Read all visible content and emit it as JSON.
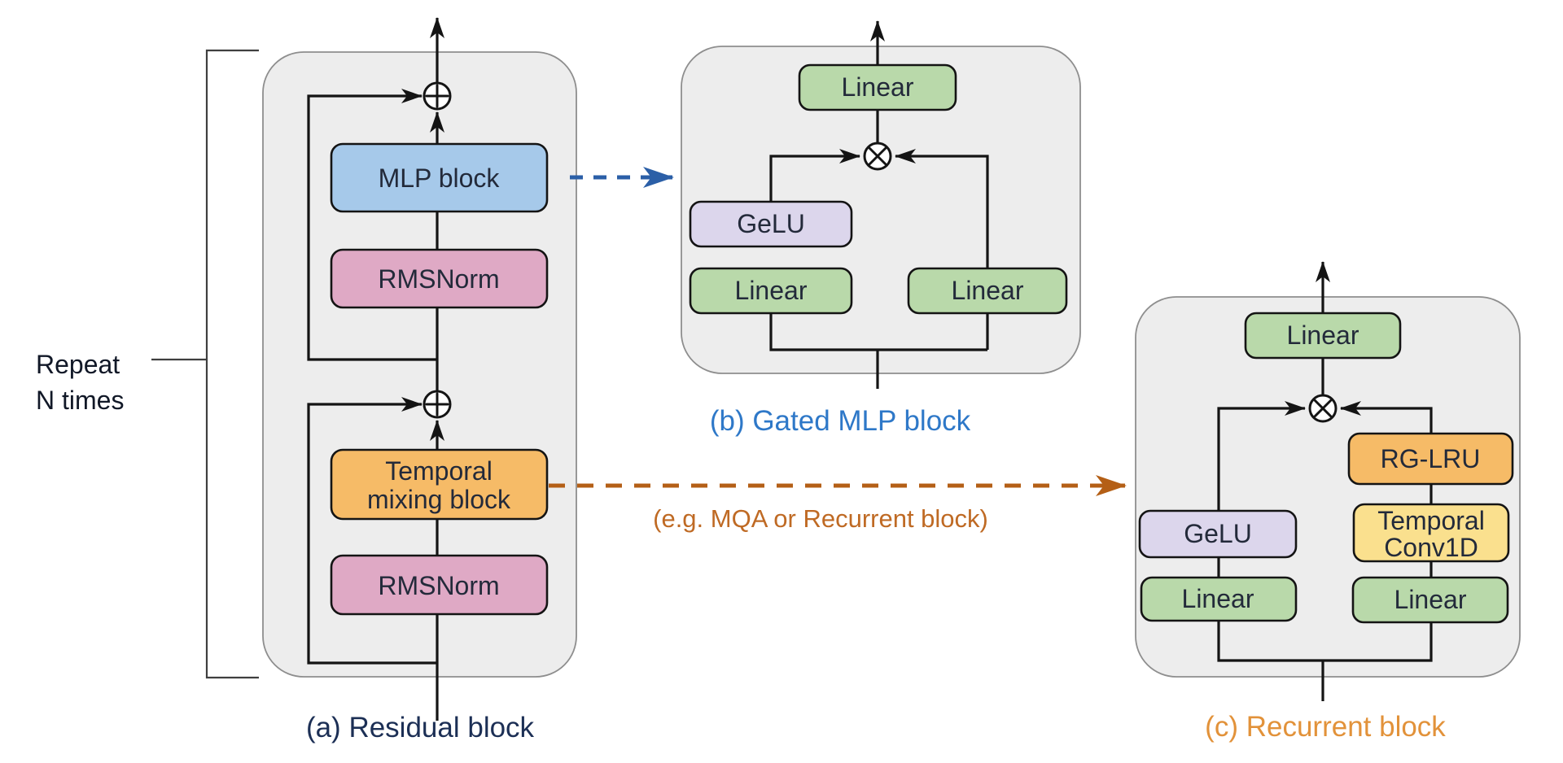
{
  "figure": {
    "repeat_label_line1": "Repeat",
    "repeat_label_line2": "N times",
    "captions": {
      "a": "(a) Residual block",
      "b": "(b) Gated MLP block",
      "c": "(c) Recurrent block"
    },
    "annotation": "(e.g. MQA or Recurrent block)",
    "blocks": {
      "mlp_block": "MLP block",
      "rmsnorm": "RMSNorm",
      "temporal_mixing_line1": "Temporal",
      "temporal_mixing_line2": "mixing block",
      "linear": "Linear",
      "gelu": "GeLU",
      "rg_lru": "RG-LRU",
      "temporal_conv_line1": "Temporal",
      "temporal_conv_line2": "Conv1D"
    },
    "icons": {
      "add_operator": "⊕",
      "multiply_operator": "⊗",
      "output_arrow": "↑"
    },
    "colors": {
      "panel_fill": "#ededed",
      "box_blue": "#a6c9ea",
      "box_pink": "#dfa9c5",
      "box_orange": "#f6bb67",
      "box_green": "#b9d9aa",
      "box_purple": "#dcd6ec",
      "box_yellow": "#fae08e",
      "caption_a": "#1c2f55",
      "caption_b": "#2e78c8",
      "caption_c": "#e2923a",
      "annotation_orange": "#bf6a24",
      "arrow_blue": "#2b5fa7",
      "arrow_orange": "#b45f16",
      "label_text": "#232a3a"
    }
  }
}
